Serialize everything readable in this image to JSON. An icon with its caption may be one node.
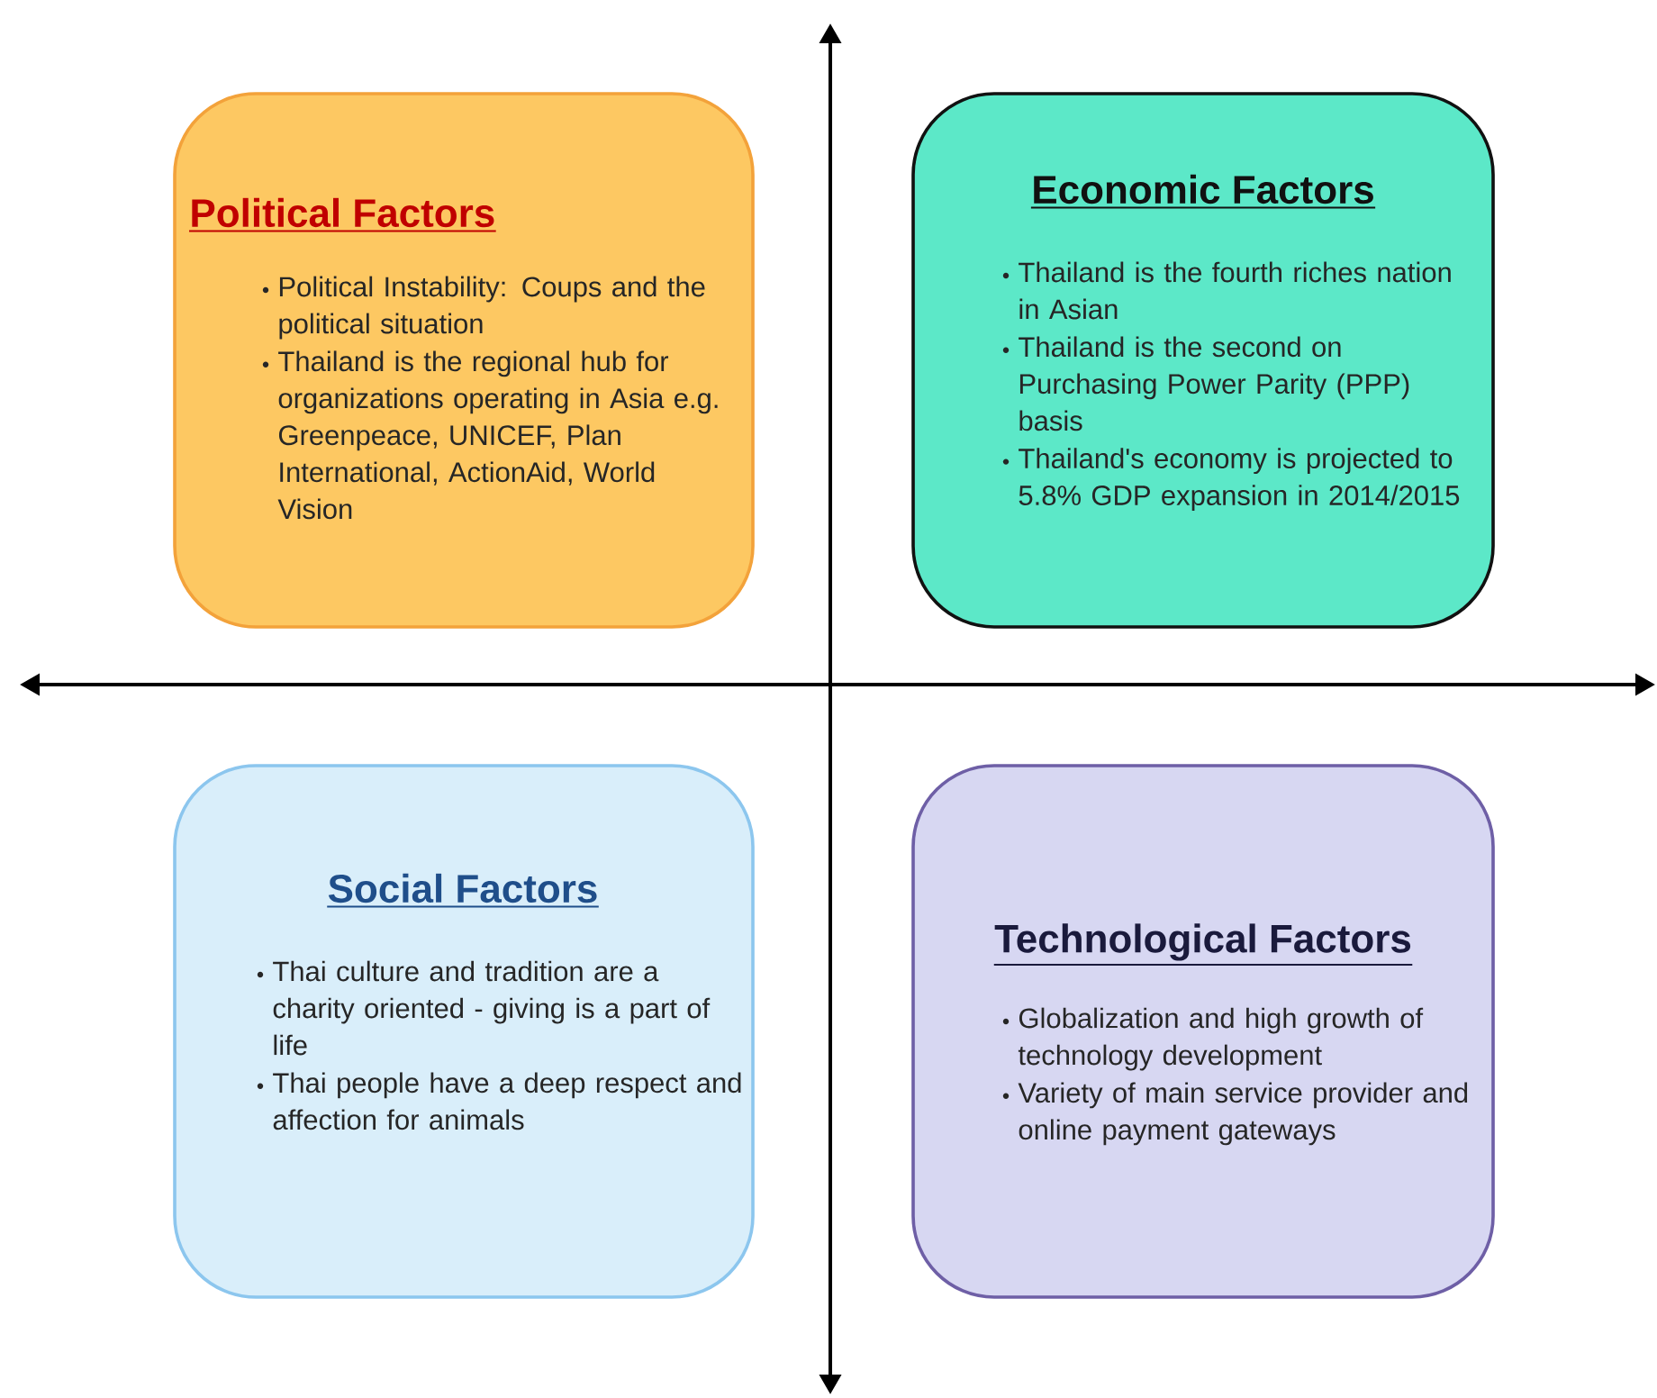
{
  "diagram": {
    "nodes": [
      {
        "text": [
          "Political Factors",
          "Political Instability: Coups and the political situation",
          "Thailand is the regional hub for organizations operating in Asia e.g. Greenpeace, UNICEF, Plan International, ActionAid, World Vision"
        ]
      },
      {
        "text": [
          "Economic Factors",
          "Thailand is the fourth riches nation in Asian",
          "Thailand is the second on Purchasing Power Parity (PPP) basis",
          "Thailand's economy is projected to 5.8% GDP expansion in 2014/2015"
        ]
      },
      {
        "text": [
          "Social Factors",
          "Thai culture and tradition are a charity oriented - giving is a part of life",
          "Thai people have a deep respect and affection for animals"
        ]
      },
      {
        "text": [
          "Technological Factors",
          "Globalization and high growth of technology development",
          "Variety of main service provider and online payment gateways"
        ]
      }
    ]
  }
}
